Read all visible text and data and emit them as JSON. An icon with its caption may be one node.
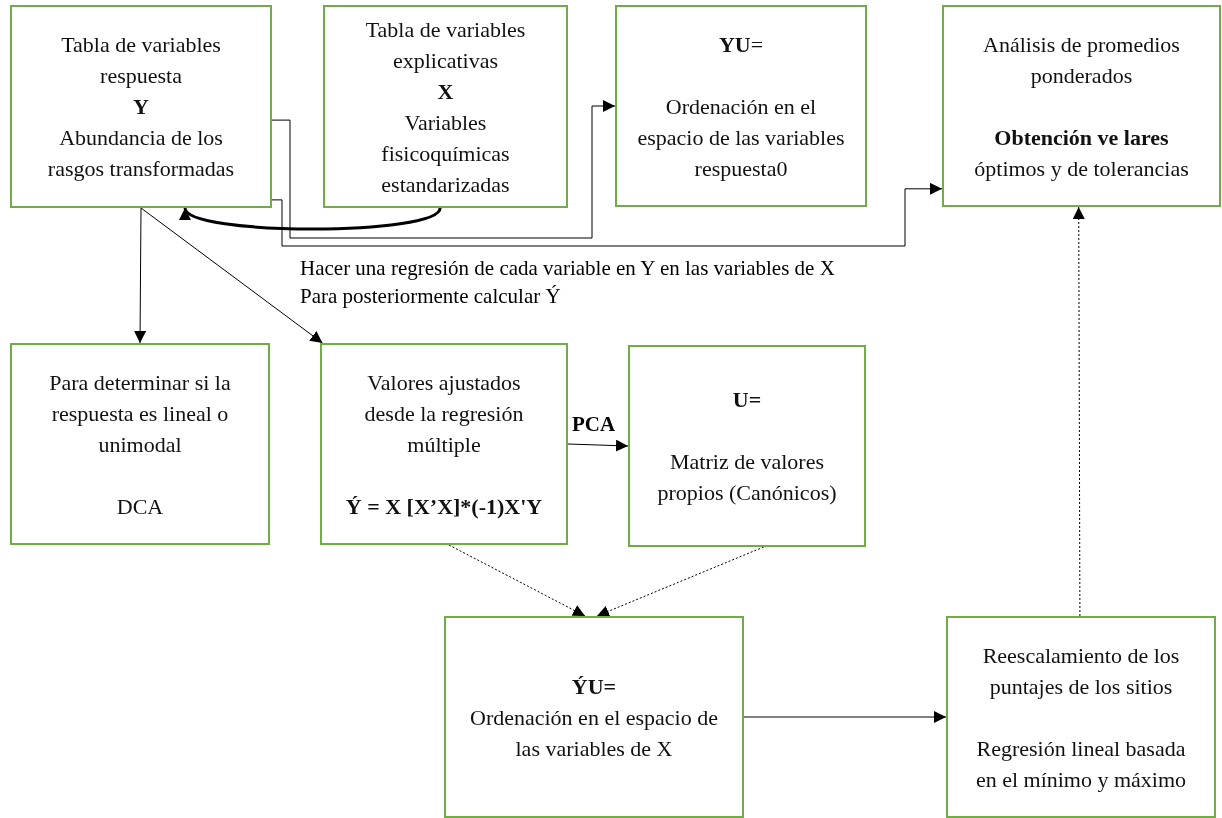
{
  "diagram": {
    "nodes": [
      {
        "text": [
          "Tabla de variables respuesta",
          "Y",
          "Abundancia de los rasgos transformadas"
        ]
      },
      {
        "text": [
          "Tabla de variables explicativas",
          "X",
          "Variables fisicoquímicas estandarizadas"
        ]
      },
      {
        "text": [
          "**YU**=",
          "Ordenación en el espacio de las variables respuesta0"
        ]
      },
      {
        "text": [
          "Análisis de promedios ponderados",
          "**Obtención ve lares** óptimos y de tolerancias"
        ]
      },
      {
        "text": [
          "Para determinar si la respuesta es lineal o unimodal",
          "DCA"
        ]
      },
      {
        "text": [
          "Valores ajustados desde la regresión múltiple",
          "Ý = X [X’X]*(-1)X'Y"
        ]
      },
      {
        "text": [
          "U=",
          "Matriz de valores propios (Canónicos)"
        ]
      },
      {
        "text": [
          "ÝU=",
          "Ordenación en el espacio de las variables de X"
        ]
      },
      {
        "text": [
          "Reescalamiento de los puntajes de los sitios",
          "Regresión lineal basada en el mínimo y máximo"
        ]
      }
    ],
    "edges": [
      {
        "from": 0,
        "to": 2,
        "arrow": "to"
      },
      {
        "from": 0,
        "to": 3,
        "arrow": "to"
      },
      {
        "from": 1,
        "to": 0,
        "arrow": "to",
        "style": "thick"
      },
      {
        "from": 0,
        "to": 4,
        "arrow": "to"
      },
      {
        "from": 0,
        "to": 5,
        "arrow": "to"
      },
      {
        "from": 5,
        "to": 6,
        "arrow": "to",
        "label": "PCA"
      },
      {
        "from": 5,
        "to": 7,
        "arrow": "to",
        "style": "dashed"
      },
      {
        "from": 6,
        "to": 7,
        "arrow": "to",
        "style": "dashed"
      },
      {
        "from": 7,
        "to": 8,
        "arrow": "to"
      },
      {
        "from": 8,
        "to": 3,
        "arrow": "to",
        "style": "dashed"
      }
    ],
    "labels": [
      "Hacer una regresión de cada variable en Y en las variables de X",
      "Para posteriormente calcular Ý"
    ]
  }
}
